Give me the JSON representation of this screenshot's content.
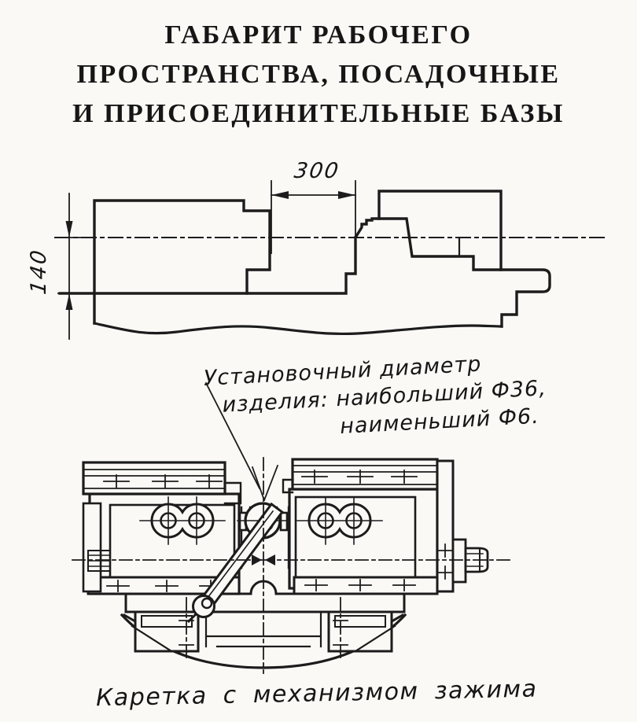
{
  "page": {
    "background": "#faf9f6",
    "ink": "#1c1c1c"
  },
  "title": {
    "line1": "ГАБАРИТ РАБОЧЕГО",
    "line2": "ПРОСТРАНСТВА, ПОСАДОЧНЫЕ",
    "line3": "И ПРИСОЕДИНИТЕЛЬНЫЕ БАЗЫ"
  },
  "upper_view": {
    "dim_width": "300",
    "dim_height": "140"
  },
  "annotation": {
    "line1": "Установочный  диаметр",
    "line2": "изделия: наибольший Ф36,",
    "line3": "наименьший Ф6."
  },
  "caption": "Каретка с механизмом зажима"
}
